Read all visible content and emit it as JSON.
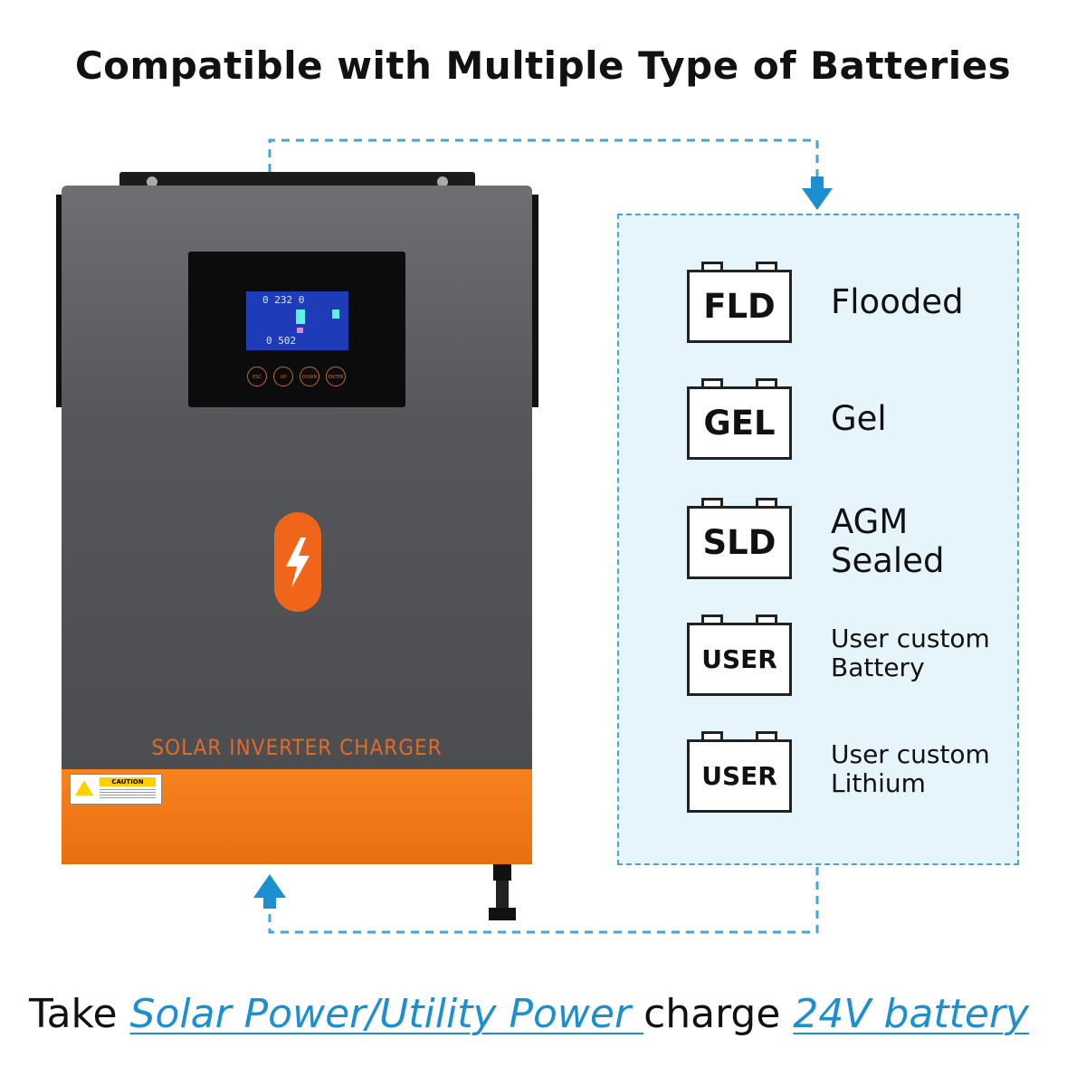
{
  "title": "Compatible with Multiple Type of Batteries",
  "inverter": {
    "label": "SOLAR INVERTER CHARGER",
    "lcd_top": "0  232    0",
    "lcd_bottom": "0  502",
    "buttons": [
      "ESC",
      "UP",
      "DOWN",
      "ENTER"
    ],
    "caution_text": "CAUTION"
  },
  "batteries": [
    {
      "code": "FLD",
      "lines": [
        "Flooded"
      ]
    },
    {
      "code": "GEL",
      "lines": [
        "Gel"
      ]
    },
    {
      "code": "SLD",
      "lines": [
        "AGM",
        "Sealed"
      ]
    },
    {
      "code": "USER",
      "lines": [
        "User custom",
        "Battery"
      ]
    },
    {
      "code": "USER",
      "lines": [
        "User custom",
        "Lithium"
      ]
    }
  ],
  "caption": {
    "prefix": "Take ",
    "highlight1": "Solar Power/Utility Power ",
    "middle": "charge ",
    "highlight2": "24V battery"
  },
  "colors": {
    "accent_blue": "#1c8fd1",
    "dashed_blue": "#46a5d8",
    "panel_bg": "#e6f4fb",
    "orange": "#f7821e"
  }
}
